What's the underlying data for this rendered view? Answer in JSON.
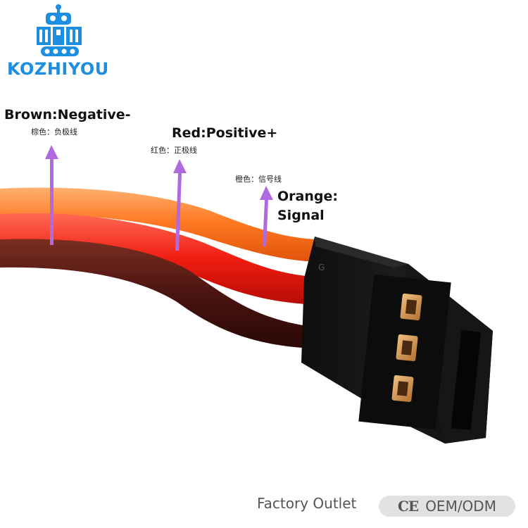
{
  "brand": {
    "name": "KOZHIYOU",
    "logo_icon": "robot-tank-icon",
    "color": "#1d8fe0"
  },
  "labels": {
    "brown": {
      "english": "Brown:Negative-",
      "chinese": "棕色：负极线",
      "color": "#4a1a10"
    },
    "red": {
      "english": "Red:Positive+",
      "chinese": "红色：正极线",
      "color": "#e8161a"
    },
    "orange": {
      "english_line1": "Orange:",
      "english_line2": "Signal",
      "chinese": "橙色：信号线",
      "color": "#ff6a1a"
    }
  },
  "pointer_color": "#b06adf",
  "footer": {
    "text": "Factory Outlet",
    "ce_mark": "CE",
    "badge_text": "OEM/ODM"
  }
}
